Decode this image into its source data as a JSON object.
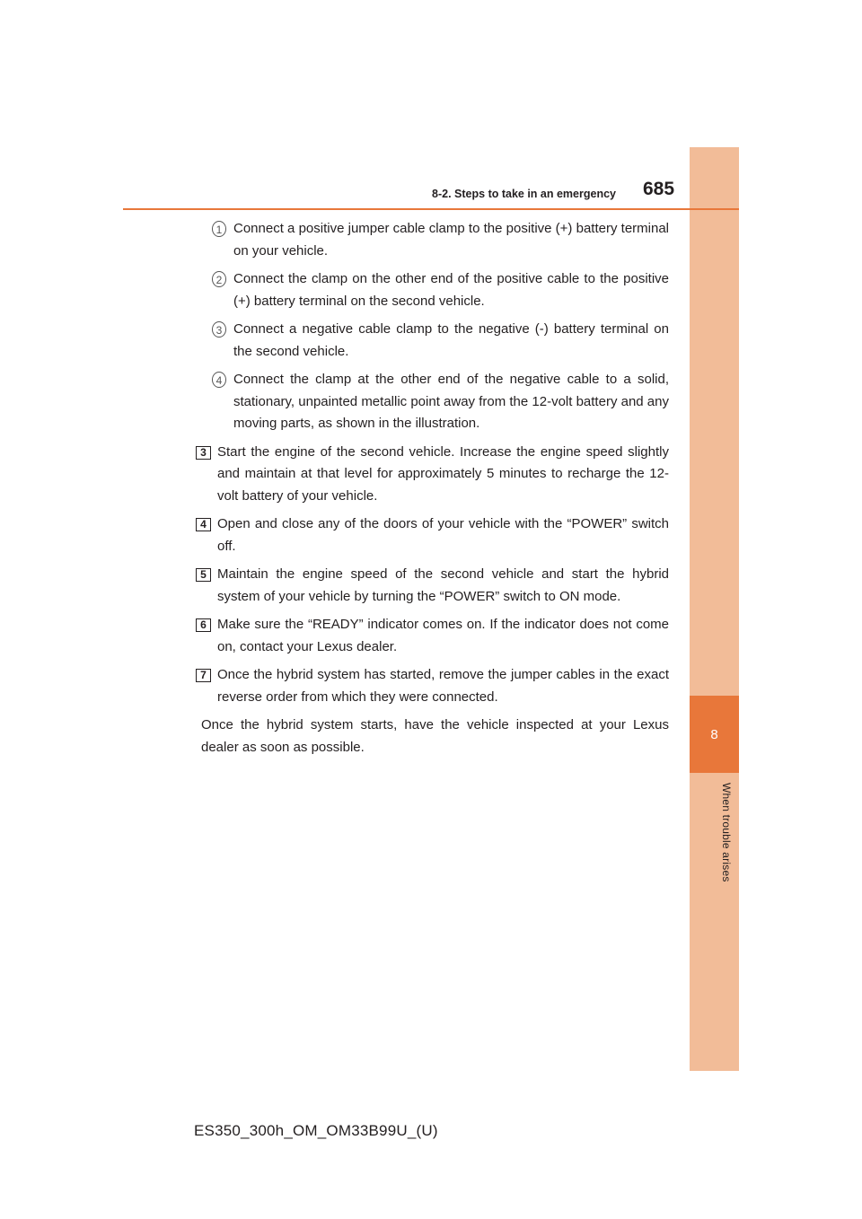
{
  "header": {
    "section": "8-2. Steps to take in an emergency",
    "page_number": "685"
  },
  "side_tab": {
    "chapter_number": "8",
    "chapter_title": "When trouble arises"
  },
  "substeps": [
    {
      "marker": "1",
      "text": "Connect a positive jumper cable clamp to the positive (+) battery terminal on your vehicle."
    },
    {
      "marker": "2",
      "text": "Connect the clamp on the other end of the positive cable to the positive (+) battery terminal on the second vehicle."
    },
    {
      "marker": "3",
      "text": "Connect a negative cable clamp to the negative (-) battery terminal on the second vehicle."
    },
    {
      "marker": "4",
      "text": "Connect the clamp at the other end of the negative cable to a solid, stationary, unpainted metallic point away from the 12-volt battery and any moving parts, as shown in the illustration."
    }
  ],
  "steps": [
    {
      "marker": "3",
      "text": "Start the engine of the second vehicle. Increase the engine speed slightly and maintain at that level for approximately 5 minutes to recharge the 12-volt battery of your vehicle."
    },
    {
      "marker": "4",
      "text": "Open and close any of the doors of your vehicle with the “POWER” switch off."
    },
    {
      "marker": "5",
      "text": "Maintain the engine speed of the second vehicle and start the hybrid system of your vehicle by turning the “POWER” switch to ON mode."
    },
    {
      "marker": "6",
      "text": "Make sure the “READY” indicator comes on. If the indicator does not come on, contact your Lexus dealer."
    },
    {
      "marker": "7",
      "text": "Once the hybrid system has started, remove the jumper cables in the exact reverse order from which they were connected."
    }
  ],
  "note": "Once the hybrid system starts, have the vehicle inspected at your Lexus dealer as soon as possible.",
  "footer": "ES350_300h_OM_OM33B99U_(U)",
  "colors": {
    "accent": "#e8773a",
    "tab": "#f2bc98"
  }
}
